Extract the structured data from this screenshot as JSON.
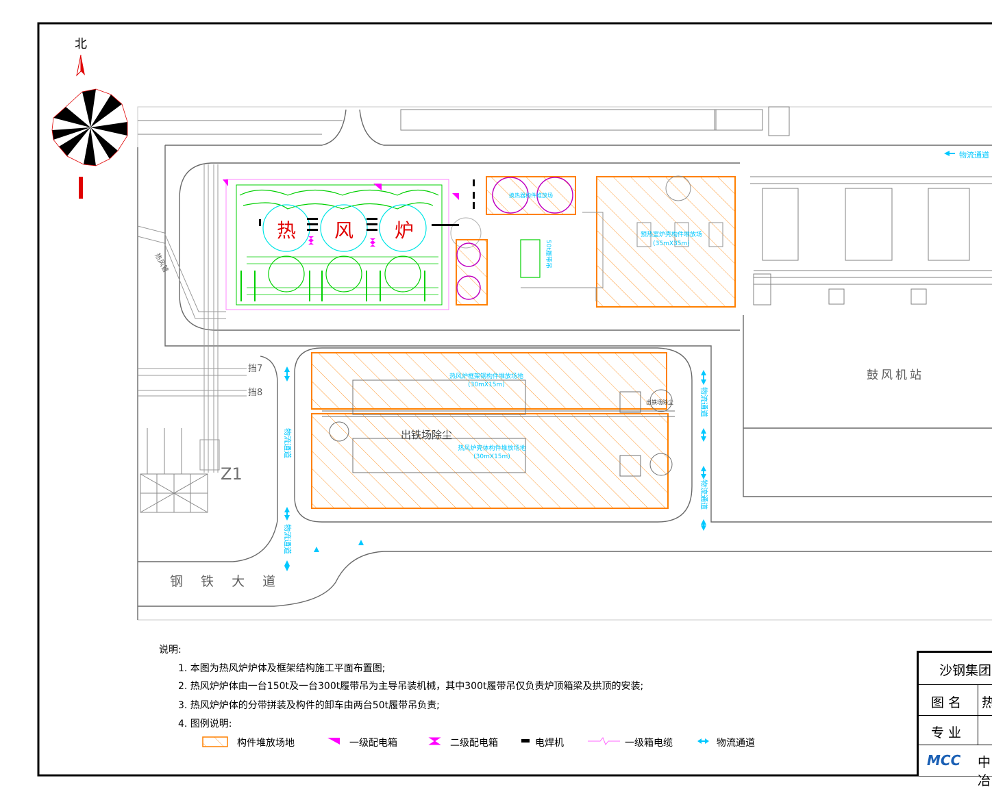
{
  "compass": {
    "north_label": "北"
  },
  "plan": {
    "hot_stove_chars": [
      "热",
      "风",
      "炉"
    ],
    "baffles": [
      "挡7",
      "挡8"
    ],
    "grid_label": "Z1",
    "road_name": "钢 铁 大 道",
    "blower_station": "鼓风机站",
    "taphole_dust": "出铁场除尘",
    "logistics_channel": "物流通道",
    "hot_blast_pipe": "热风管",
    "yards": [
      {
        "label": "热风炉框架钢构件堆放场地",
        "size": "(30mX15m)"
      },
      {
        "label": "热风炉壳体构件堆放场地",
        "size": "(30mX15m)"
      },
      {
        "label": "预热室炉壳构件堆放场",
        "size": "(35mX35m)"
      }
    ],
    "crane_label": "50t履带吊",
    "heat_exchanger_label": "换热器构件堆放场",
    "dust_small": "出铁场除尘"
  },
  "notes": {
    "heading": "说明:",
    "items": [
      "1.  本图为热风炉炉体及框架结构施工平面布置图;",
      "2.  热风炉炉体由一台150t及一台300t履带吊为主导吊装机械，其中300t履带吊仅负责炉顶箱梁及拱顶的安装;",
      "3.  热风炉炉体的分带拼装及构件的卸车由两台50t履带吊负责;",
      "4.  图例说明:"
    ]
  },
  "legend": [
    {
      "icon": "hatched-yard-icon",
      "label": "构件堆放场地"
    },
    {
      "icon": "primary-distribution-box-icon",
      "label": "一级配电箱"
    },
    {
      "icon": "secondary-distribution-box-icon",
      "label": "二级配电箱"
    },
    {
      "icon": "welder-icon",
      "label": "电焊机"
    },
    {
      "icon": "primary-cable-icon",
      "label": "一级箱电缆"
    },
    {
      "icon": "logistics-arrow-icon",
      "label": "物流通道"
    }
  ],
  "title_block": {
    "company": "沙钢集团",
    "drawing_name_label": "图 名",
    "drawing_name_value": "热",
    "discipline_label": "专 业",
    "logo_text": "MCC",
    "org_text": "中冶"
  },
  "colors": {
    "orange": "#FF8000",
    "green": "#00D000",
    "magenta": "#FF00FF",
    "cyan": "#00C8FF",
    "red": "#E00000",
    "gray": "#909090"
  }
}
